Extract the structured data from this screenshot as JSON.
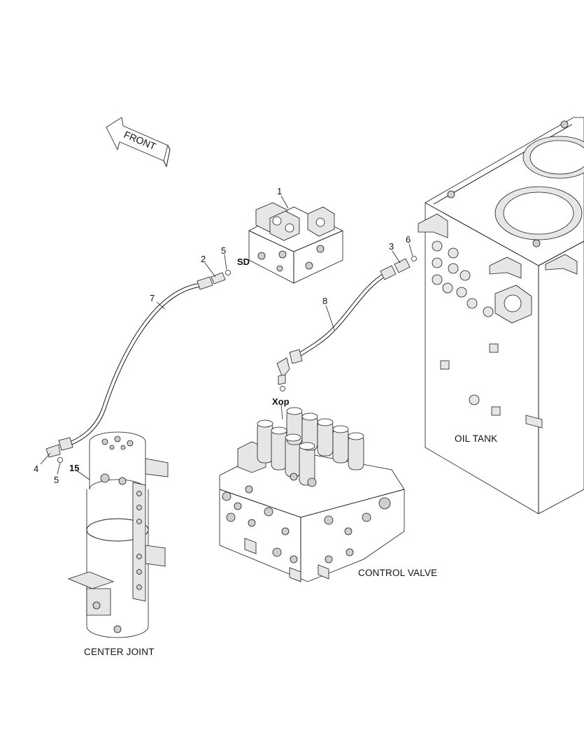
{
  "labels": {
    "front": "FRONT",
    "oil_tank": "OIL TANK",
    "control_valve": "CONTROL VALVE",
    "center_joint": "CENTER JOINT",
    "port_sd": "SD",
    "port_xop": "Xop",
    "port_15": "15"
  },
  "callouts": {
    "p1": "1",
    "p2": "2",
    "p3": "3",
    "p4": "4",
    "p5a": "5",
    "p5b": "5",
    "p6": "6",
    "p7": "7",
    "p8": "8"
  }
}
